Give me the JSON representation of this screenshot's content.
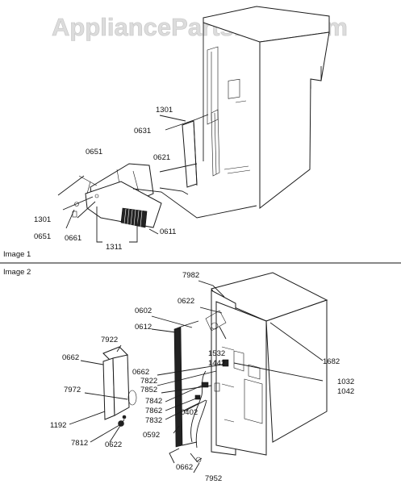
{
  "watermark": "AppliancePartsPros.com",
  "sections": [
    {
      "title": "Image 1",
      "labels": [
        "1301",
        "0631",
        "0651",
        "0621",
        "1301",
        "0651",
        "0661",
        "1311",
        "0611"
      ]
    },
    {
      "title": "Image 2",
      "labels": [
        "7982",
        "0622",
        "0602",
        "0612",
        "7922",
        "0662",
        "1532",
        "1442",
        "1682",
        "0662",
        "7822",
        "7852",
        "1032",
        "1042",
        "7972",
        "7842",
        "7862",
        "7832",
        "1192",
        "0402",
        "0592",
        "7812",
        "0622",
        "0662",
        "7952"
      ]
    }
  ]
}
